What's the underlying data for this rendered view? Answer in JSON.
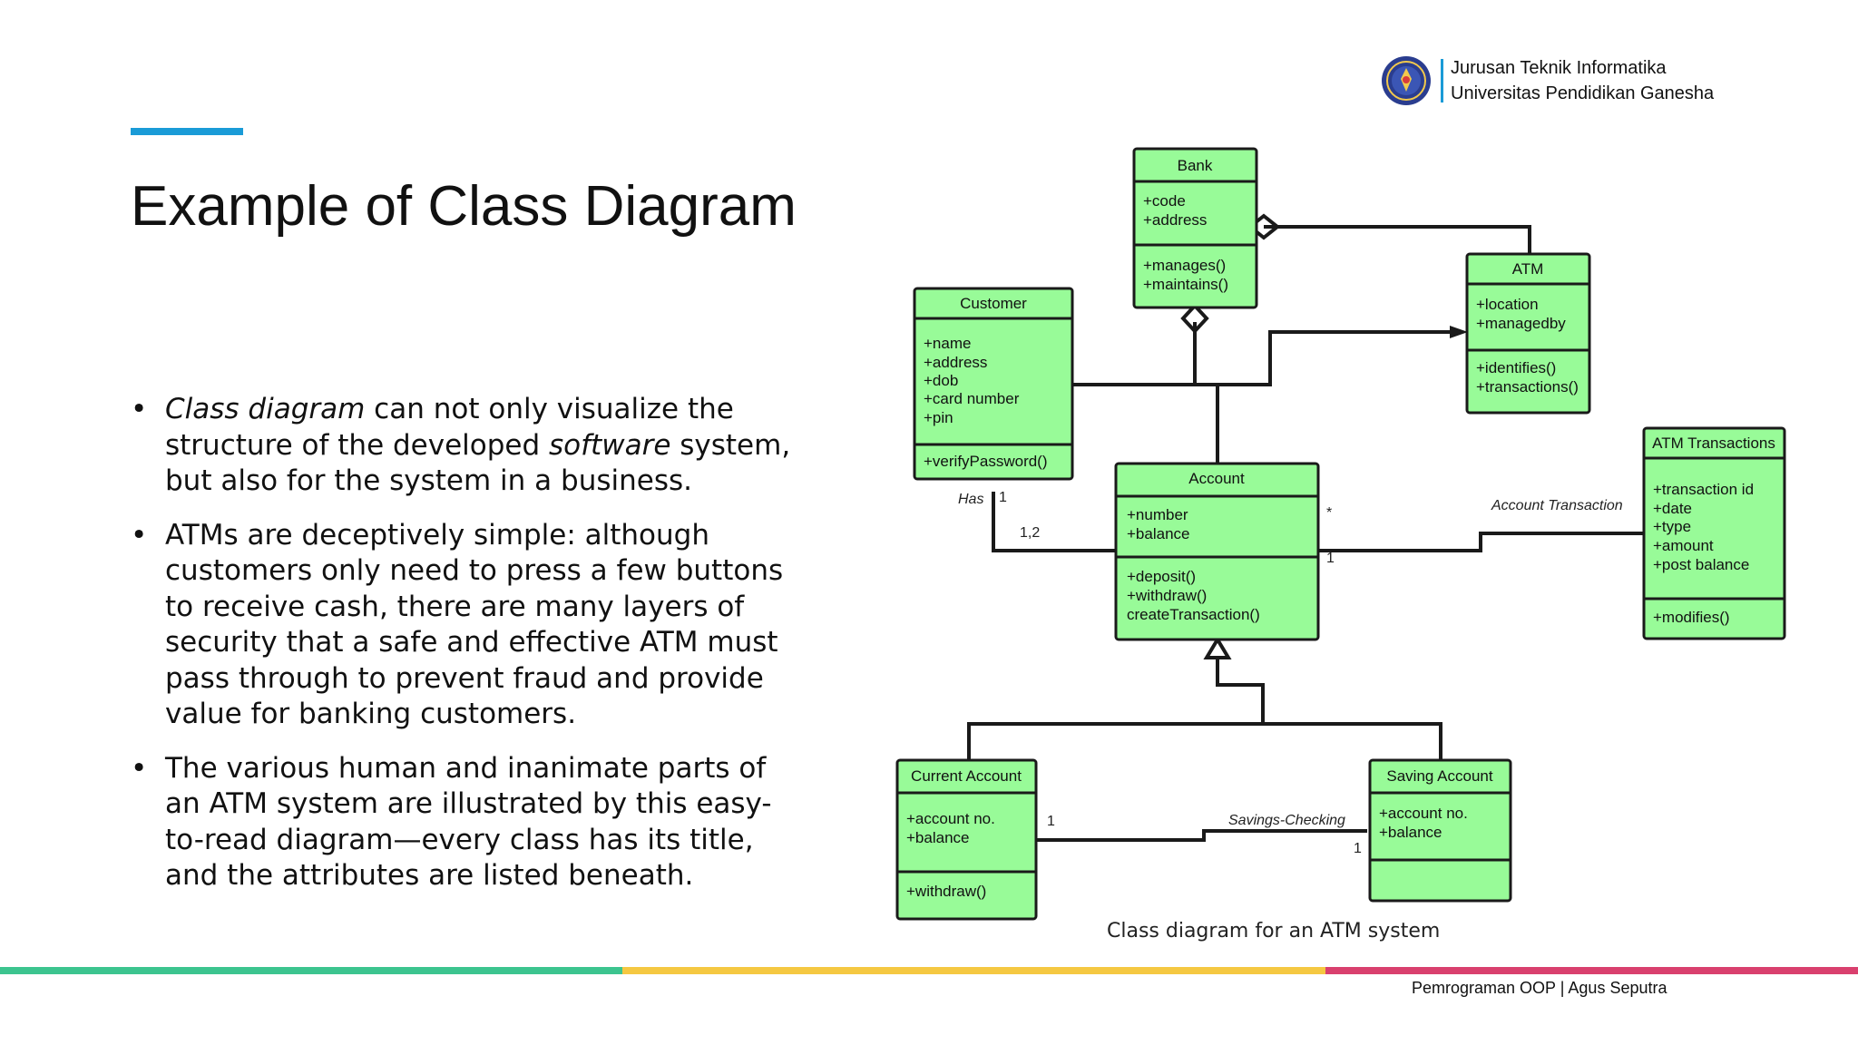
{
  "header": {
    "line1": "Jurusan Teknik Informatika",
    "line2": "Universitas Pendidikan Ganesha"
  },
  "title": "Example of Class Diagram",
  "bullets": [
    {
      "it1": "Class diagram",
      "t1": " can not only visualize the structure of the developed ",
      "it2": "software",
      "t2": " system, but also for the system in a business."
    },
    {
      "text": "ATMs are deceptively simple: although customers only need to press a few buttons to receive cash, there are many layers of security that a safe and effective ATM must pass through to prevent fraud and provide value for banking customers."
    },
    {
      "text": "The various human and inanimate parts of an ATM system are illustrated by this easy-to-read diagram—every class has its title, and the attributes are listed beneath."
    }
  ],
  "diagram": {
    "classes": {
      "bank": {
        "name": "Bank",
        "attributes": [
          "+code",
          "+address"
        ],
        "methods": [
          "+manages()",
          "+maintains()"
        ]
      },
      "atm": {
        "name": "ATM",
        "attributes": [
          "+location",
          "+managedby"
        ],
        "methods": [
          "+identifies()",
          "+transactions()"
        ]
      },
      "customer": {
        "name": "Customer",
        "attributes": [
          "+name",
          "+address",
          "+dob",
          "+card number",
          "+pin"
        ],
        "methods": [
          "+verifyPassword()"
        ]
      },
      "account": {
        "name": "Account",
        "attributes": [
          "+number",
          "+balance"
        ],
        "methods": [
          "+deposit()",
          "+withdraw()",
          "createTransaction()"
        ]
      },
      "atm_transactions": {
        "name": "ATM Transactions",
        "attributes": [
          "+transaction id",
          "+date",
          "+type",
          "+amount",
          "+post balance"
        ],
        "methods": [
          "+modifies()"
        ]
      },
      "current_account": {
        "name": "Current Account",
        "attributes": [
          "+account no.",
          "+balance"
        ],
        "methods": [
          "+withdraw()"
        ]
      },
      "saving_account": {
        "name": "Saving Account",
        "attributes": [
          "+account no.",
          "+balance"
        ],
        "methods": []
      }
    },
    "labels": {
      "has": "Has",
      "has_mult_1": "1",
      "has_mult_2": "1,2",
      "account_transaction": "Account Transaction",
      "acct_trans_star": "*",
      "acct_trans_1": "1",
      "savings_checking": "Savings-Checking",
      "sc_mult_left": "1",
      "sc_mult_right": "1"
    }
  },
  "caption": "Class diagram for an ATM system",
  "footer": "Pemrograman OOP | Agus Seputra",
  "colors": {
    "accent": "#1a9bd7",
    "class_fill": "#98fb98",
    "bar_green": "#3cc48f",
    "bar_yellow": "#f5c842",
    "bar_pink": "#d9406e"
  }
}
